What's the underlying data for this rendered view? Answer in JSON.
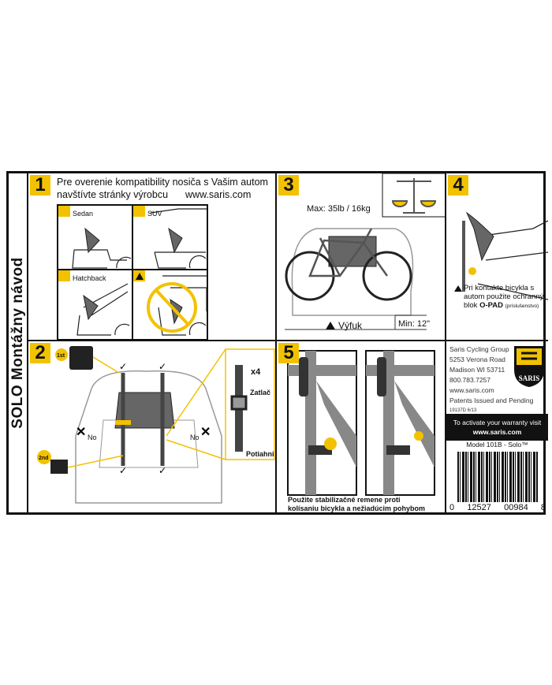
{
  "title": "SOLO Montážny návod",
  "step1": {
    "number": "1",
    "text_line1": "Pre overenie kompatibility nosiča s Vašim autom",
    "text_line2": "navštívte stránky výrobcu",
    "url": "www.saris.com",
    "cars": [
      "Sedan",
      "SUV",
      "Hatchback"
    ],
    "warning_icon": "warning-triangle-icon"
  },
  "step2": {
    "number": "2",
    "first": "1st",
    "second": "2nd",
    "no_left": "No",
    "no_right": "No",
    "x4": "x4",
    "push": "Zatlač",
    "pull": "Potiahni"
  },
  "step3": {
    "number": "3",
    "max": "Max: 35lb / 16kg",
    "exhaust": "Výfuk",
    "min": "Min: 12\""
  },
  "step4": {
    "number": "4",
    "text_line1": "Pri kontakte bicykla s",
    "text_line2": "autom použite ochranný",
    "text_line3_prefix": "blok ",
    "opad": "O-PAD",
    "accessory": "(príslušenstvo)"
  },
  "step5": {
    "number": "5",
    "caption_line1": "Použite stabilizačné remene proti",
    "caption_line2": "kolísaniu bicykla a nežiadúcim pohybom"
  },
  "company": {
    "lines": [
      "Saris Cycling Group",
      "5253 Verona Road",
      "Madison WI 53711",
      "800.783.7257",
      "www.saris.com",
      "Patents Issued and Pending"
    ],
    "code": "19137D 6/13",
    "logo": "SARIS",
    "warranty_line1": "To activate your warranty visit",
    "warranty_line2": "www.saris.com",
    "model": "Model 101B - Solo™",
    "barcode": [
      "0",
      "12527",
      "00984",
      "8"
    ]
  },
  "colors": {
    "accent": "#f2c200",
    "ink": "#111111",
    "rack": "#666666"
  }
}
